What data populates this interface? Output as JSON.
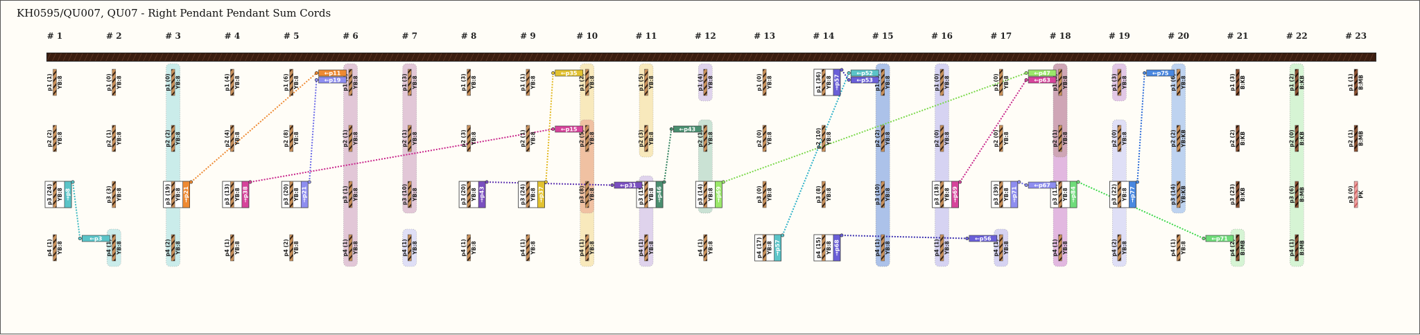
{
  "title": "KH0595/QU007, QU07 - Right Pendant Pendant Sum Cords",
  "columns": [
    {
      "label": "# 1",
      "cords": [
        {
          "name": "p1 (1)",
          "color": "YB:8"
        },
        {
          "name": "p2 (2)",
          "color": "YB:8"
        },
        {
          "name": "p3 (24)",
          "color": "YB:8",
          "sum": "→p8",
          "sumColor": "#5bc4c8"
        },
        {
          "name": "p4 (1)",
          "color": "YB:8"
        }
      ]
    },
    {
      "label": "# 2",
      "cords": [
        {
          "name": "p1 (0)",
          "color": "YB:8"
        },
        {
          "name": "p2 (1)",
          "color": "YB:8"
        },
        {
          "name": "p3 (3)",
          "color": "YB:8"
        },
        {
          "name": "p4 (1)",
          "color": "YB:8",
          "in": [
            "←p3"
          ],
          "inColors": [
            "#5bc4c8"
          ]
        }
      ],
      "bands": [
        {
          "from": 3,
          "to": 3,
          "color": "#b8e6e6"
        }
      ]
    },
    {
      "label": "# 3",
      "cords": [
        {
          "name": "p1 (0)",
          "color": "YB:8"
        },
        {
          "name": "p2 (2)",
          "color": "YB:8"
        },
        {
          "name": "p3 (19)",
          "color": "YB:8",
          "sum": "→p21",
          "sumColor": "#ee8a33"
        },
        {
          "name": "p4 (2)",
          "color": "YB:8"
        }
      ],
      "bands": [
        {
          "from": 0,
          "to": 3,
          "color": "#b8e6e6"
        }
      ]
    },
    {
      "label": "# 4",
      "cords": [
        {
          "name": "p1 (4)",
          "color": "YB:8"
        },
        {
          "name": "p2 (4)",
          "color": "YB:8"
        },
        {
          "name": "p3 (13)",
          "color": "YB:8",
          "sum": "→p38",
          "sumColor": "#d6449b"
        },
        {
          "name": "p4 (1)",
          "color": "YB:8"
        }
      ]
    },
    {
      "label": "# 5",
      "cords": [
        {
          "name": "p1 (6)",
          "color": "YB:8"
        },
        {
          "name": "p2 (8)",
          "color": "YB:8"
        },
        {
          "name": "p3 (20)",
          "color": "YB:8",
          "sum": "→p21",
          "sumColor": "#8e8ef0"
        },
        {
          "name": "p4 (2)",
          "color": "YB:8"
        }
      ]
    },
    {
      "label": "# 6",
      "cords": [
        {
          "name": "p1 (2)",
          "color": "YB:8",
          "in": [
            "←p11",
            "←p19"
          ],
          "inColors": [
            "#ee8a33",
            "#8e8ef0"
          ]
        },
        {
          "name": "p2 (1)",
          "color": "YB:8"
        },
        {
          "name": "p3 (1)",
          "color": "YB:8"
        },
        {
          "name": "p4 (1)",
          "color": "YB:8"
        }
      ],
      "bands": [
        {
          "from": 0,
          "to": 3,
          "color": "#d8b4cc"
        }
      ]
    },
    {
      "label": "# 7",
      "cords": [
        {
          "name": "p1 (3)",
          "color": "YB:8"
        },
        {
          "name": "p2 (1)",
          "color": "YB:8"
        },
        {
          "name": "p3 (10)",
          "color": "YB:8"
        },
        {
          "name": "p4 (1)",
          "color": "YB:8"
        }
      ],
      "bands": [
        {
          "from": 0,
          "to": 2,
          "color": "#d8b4cc"
        },
        {
          "from": 3,
          "to": 3,
          "color": "#d4d4f6"
        }
      ]
    },
    {
      "label": "# 8",
      "cords": [
        {
          "name": "p1 (3)",
          "color": "YB:8"
        },
        {
          "name": "p2 (3)",
          "color": "YB:8"
        },
        {
          "name": "p3 (20)",
          "color": "YB:8",
          "sum": "→p43",
          "sumColor": "#7a4fc0"
        },
        {
          "name": "p4 (1)",
          "color": "YB:8"
        }
      ]
    },
    {
      "label": "# 9",
      "cords": [
        {
          "name": "p1 (1)",
          "color": "YB:8"
        },
        {
          "name": "p2 (1)",
          "color": "YB:8"
        },
        {
          "name": "p3 (24)",
          "color": "YB:8",
          "sum": "→p37",
          "sumColor": "#e2c230"
        },
        {
          "name": "p4 (1)",
          "color": "YB:8"
        }
      ]
    },
    {
      "label": "# 10",
      "cords": [
        {
          "name": "p1 (2)",
          "color": "YB:8",
          "in": [
            "←p35"
          ],
          "inColors": [
            "#e2c230"
          ]
        },
        {
          "name": "p2 (5)",
          "color": "YB:8",
          "in": [
            "←p15"
          ],
          "inColors": [
            "#d6449b"
          ]
        },
        {
          "name": "p3 (8)",
          "color": "YB:8"
        },
        {
          "name": "p4 (1)",
          "color": "YB:8"
        }
      ],
      "bands": [
        {
          "from": 0,
          "to": 3,
          "color": "#f5e2a8"
        },
        {
          "from": 1,
          "to": 2,
          "color": "#eeb39a"
        }
      ]
    },
    {
      "label": "# 11",
      "cords": [
        {
          "name": "p1 (5)",
          "color": "YB:8"
        },
        {
          "name": "p2 (3)",
          "color": "YB:8"
        },
        {
          "name": "p3 (15)",
          "color": "YB:8",
          "sum": "→p46",
          "sumColor": "#4a8f70",
          "in": [
            "←p31"
          ],
          "inColors": [
            "#7a4fc0"
          ]
        },
        {
          "name": "p4 (1)",
          "color": "YB:8"
        }
      ],
      "bands": [
        {
          "from": 0,
          "to": 1,
          "color": "#f5e2a8"
        },
        {
          "from": 2,
          "to": 3,
          "color": "#d4c4e8"
        }
      ]
    },
    {
      "label": "# 12",
      "cords": [
        {
          "name": "p1 (4)",
          "color": "YB:8"
        },
        {
          "name": "p2 (1)",
          "color": "YB:8",
          "in": [
            "←p43"
          ],
          "inColors": [
            "#4a8f70"
          ]
        },
        {
          "name": "p3 (14)",
          "color": "YB:8",
          "sum": "→p69",
          "sumColor": "#9be86a"
        },
        {
          "name": "p4 (1)",
          "color": "YB:8"
        }
      ],
      "bands": [
        {
          "from": 0,
          "to": 0,
          "color": "#d4c4e8"
        },
        {
          "from": 1,
          "to": 2,
          "color": "#b8d8c8"
        }
      ]
    },
    {
      "label": "# 13",
      "cords": [
        {
          "name": "p1 (0)",
          "color": "YB:8"
        },
        {
          "name": "p2 (0)",
          "color": "YB:8"
        },
        {
          "name": "p3 (0)",
          "color": "YB:8"
        },
        {
          "name": "p4 (17)",
          "color": "YB:8",
          "sum": "→p57",
          "sumColor": "#5bc4c8"
        }
      ]
    },
    {
      "label": "# 14",
      "cords": [
        {
          "name": "p1 (36)",
          "color": "YB:8",
          "sum": "→p57",
          "sumColor": "#6a5fd8"
        },
        {
          "name": "p2 (10)",
          "color": "YB:8"
        },
        {
          "name": "p3 (8)",
          "color": "YB:8"
        },
        {
          "name": "p4 (15)",
          "color": "YB:8",
          "sum": "→p68",
          "sumColor": "#6a5fd8"
        }
      ]
    },
    {
      "label": "# 15",
      "cords": [
        {
          "name": "p1 (4)",
          "color": "YB:8",
          "in": [
            "←p52",
            "←p53"
          ],
          "inColors": [
            "#5bc4c8",
            "#6a5fd8"
          ]
        },
        {
          "name": "p2 (2)",
          "color": "YB:8"
        },
        {
          "name": "p3 (10)",
          "color": "YB:8"
        },
        {
          "name": "p4 (1)",
          "color": "YB:8"
        }
      ],
      "bands": [
        {
          "from": 0,
          "to": 3,
          "color": "#c8c4f0"
        },
        {
          "from": 0,
          "to": 3,
          "color": "#9ebce6"
        }
      ]
    },
    {
      "label": "# 16",
      "cords": [
        {
          "name": "p1 (0)",
          "color": "YB:8"
        },
        {
          "name": "p2 (0)",
          "color": "YB:8"
        },
        {
          "name": "p3 (18)",
          "color": "YB:8",
          "sum": "→p69",
          "sumColor": "#d6449b"
        },
        {
          "name": "p4 (1)",
          "color": "YB:8"
        }
      ],
      "bands": [
        {
          "from": 0,
          "to": 3,
          "color": "#c8c4f0"
        }
      ]
    },
    {
      "label": "# 17",
      "cords": [
        {
          "name": "p1 (0)",
          "color": "YB:8"
        },
        {
          "name": "p2 (0)",
          "color": "YB:8"
        },
        {
          "name": "p3 (39)",
          "color": "YB:8",
          "sum": "→p71",
          "sumColor": "#8e8ef0"
        },
        {
          "name": "p4 (1)",
          "color": "YB:8",
          "in": [
            "←p56"
          ],
          "inColors": [
            "#6a5fd8"
          ]
        }
      ],
      "bands": [
        {
          "from": 3,
          "to": 3,
          "color": "#c8c4f0"
        }
      ]
    },
    {
      "label": "# 18",
      "cords": [
        {
          "name": "p1 (2)",
          "color": "YB:8",
          "in": [
            "←p47",
            "←p63"
          ],
          "inColors": [
            "#9be86a",
            "#d6449b"
          ]
        },
        {
          "name": "p2 (1)",
          "color": "YB:8"
        },
        {
          "name": "p3 (11)",
          "color": "YB:8",
          "sum": "→p84",
          "sumColor": "#6fdc7a",
          "in": [
            "←p67"
          ],
          "inColors": [
            "#8e8ef0"
          ]
        },
        {
          "name": "p4 (1)",
          "color": "YB:8"
        }
      ],
      "bands": [
        {
          "from": 0,
          "to": 3,
          "color": "#d8a0d8"
        },
        {
          "from": 0,
          "to": 1,
          "color": "#c8a0a8"
        }
      ]
    },
    {
      "label": "# 19",
      "cords": [
        {
          "name": "p1 (3)",
          "color": "YB:8"
        },
        {
          "name": "p2 (0)",
          "color": "YB:8"
        },
        {
          "name": "p3 (22)",
          "color": "YB:8",
          "sum": "→p77",
          "sumColor": "#4a88e0"
        },
        {
          "name": "p4 (2)",
          "color": "YB:8"
        }
      ],
      "bands": [
        {
          "from": 0,
          "to": 0,
          "color": "#d8b4e0"
        },
        {
          "from": 1,
          "to": 3,
          "color": "#d4d4f6"
        }
      ]
    },
    {
      "label": "# 20",
      "cords": [
        {
          "name": "p1 (6)",
          "color": "YB:8",
          "in": [
            "←p75"
          ],
          "inColors": [
            "#4a88e0"
          ]
        },
        {
          "name": "p2 (2)",
          "color": "YB:KB"
        },
        {
          "name": "p3 (14)",
          "color": "YB:KB"
        },
        {
          "name": "p4 (1)",
          "color": "YB:8"
        }
      ],
      "bands": [
        {
          "from": 0,
          "to": 2,
          "color": "#a8c4ee"
        }
      ]
    },
    {
      "label": "# 21",
      "cords": [
        {
          "name": "p1 (3)",
          "color": "B:KB"
        },
        {
          "name": "p2 (2)",
          "color": "B:KB"
        },
        {
          "name": "p3 (23)",
          "color": "B:KB"
        },
        {
          "name": "p4 (2)",
          "color": "B:MB",
          "in": [
            "←p71"
          ],
          "inColors": [
            "#6fdc7a"
          ]
        }
      ],
      "bands": [
        {
          "from": 3,
          "to": 3,
          "color": "#c8f0c8"
        }
      ]
    },
    {
      "label": "# 22",
      "cords": [
        {
          "name": "p1 (2)",
          "color": "B:KB"
        },
        {
          "name": "p2 (0)",
          "color": "B:KB"
        },
        {
          "name": "p3 (6)",
          "color": "B:MB"
        },
        {
          "name": "p4 (1)",
          "color": "B:MB"
        }
      ],
      "bands": [
        {
          "from": 0,
          "to": 3,
          "color": "#c8f0c8"
        }
      ]
    },
    {
      "label": "# 23",
      "cords": [
        {
          "name": "p1 (1)",
          "color": "B:MB"
        },
        {
          "name": "p2 (1)",
          "color": "B:MB"
        },
        {
          "name": "p3 (0)",
          "color": "PK"
        }
      ]
    }
  ],
  "links": [
    {
      "from": [
        0,
        2
      ],
      "to": [
        1,
        3,
        0
      ],
      "color": "#3ab8c0"
    },
    {
      "from": [
        2,
        2
      ],
      "to": [
        5,
        0,
        0
      ],
      "color": "#ee8a33"
    },
    {
      "from": [
        4,
        2
      ],
      "to": [
        5,
        0,
        1
      ],
      "color": "#6a6ae8"
    },
    {
      "from": [
        3,
        2
      ],
      "to": [
        9,
        1,
        0
      ],
      "color": "#c8248a"
    },
    {
      "from": [
        8,
        2
      ],
      "to": [
        9,
        0,
        0
      ],
      "color": "#e2b820"
    },
    {
      "from": [
        7,
        2
      ],
      "to": [
        10,
        2,
        0
      ],
      "color": "#5a2fb0"
    },
    {
      "from": [
        10,
        2
      ],
      "to": [
        11,
        1,
        0
      ],
      "color": "#2a7f5a"
    },
    {
      "from": [
        11,
        2
      ],
      "to": [
        17,
        0,
        0
      ],
      "color": "#7ad84a"
    },
    {
      "from": [
        12,
        3
      ],
      "to": [
        14,
        0,
        0
      ],
      "color": "#2ab0c8"
    },
    {
      "from": [
        13,
        0
      ],
      "to": [
        14,
        0,
        1
      ],
      "color": "#3a2fb0"
    },
    {
      "from": [
        13,
        3
      ],
      "to": [
        16,
        3,
        0
      ],
      "color": "#3a2fb0"
    },
    {
      "from": [
        15,
        2
      ],
      "to": [
        17,
        0,
        1
      ],
      "color": "#c8248a"
    },
    {
      "from": [
        16,
        2
      ],
      "to": [
        17,
        2,
        0
      ],
      "color": "#6a6ae8"
    },
    {
      "from": [
        17,
        2
      ],
      "to": [
        20,
        3,
        0
      ],
      "color": "#3ad84a"
    },
    {
      "from": [
        18,
        2
      ],
      "to": [
        19,
        0,
        0
      ],
      "color": "#2a6ad8"
    }
  ],
  "colors": {
    "primary": "#3a1d10",
    "cordLight": "#c8905a",
    "cordDark": "#5a3424",
    "background": "#fffdf7"
  }
}
